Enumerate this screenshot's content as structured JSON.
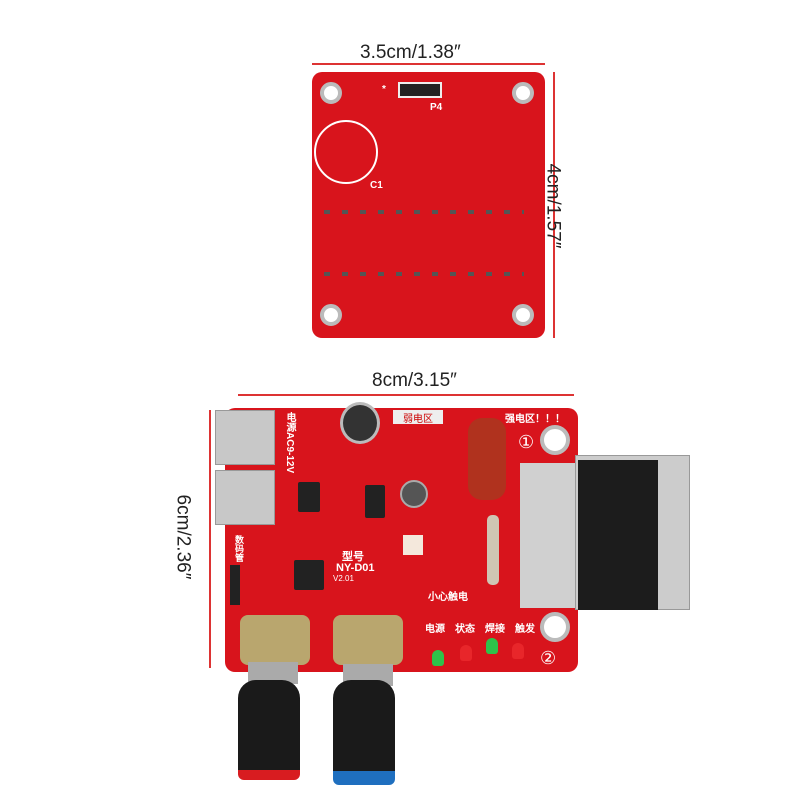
{
  "dimensions": {
    "small_width": "3.5cm/1.38″",
    "small_height": "4cm/1.57″",
    "large_width": "8cm/3.15″",
    "large_height": "6cm/2.36″"
  },
  "small_board": {
    "header_label": "P4",
    "cap_label": "C1",
    "star": "*"
  },
  "large_board": {
    "power_label": "电源AC9-12V",
    "weak_zone": "弱电区",
    "strong_zone": "强电区！！！",
    "model_label": "型号",
    "model": "NY-D01",
    "version": "V2.01",
    "warning": "小心触电",
    "display_label": "数码管",
    "marker_1": "①",
    "marker_2": "②",
    "led_labels": [
      "电源",
      "状态",
      "焊接",
      "触发"
    ],
    "led_colors": [
      "#2fc24a",
      "#e8262a",
      "#2fc24a",
      "#e8262a"
    ]
  },
  "colors": {
    "pcb": "#d8141c",
    "dimension_line": "#d33"
  }
}
